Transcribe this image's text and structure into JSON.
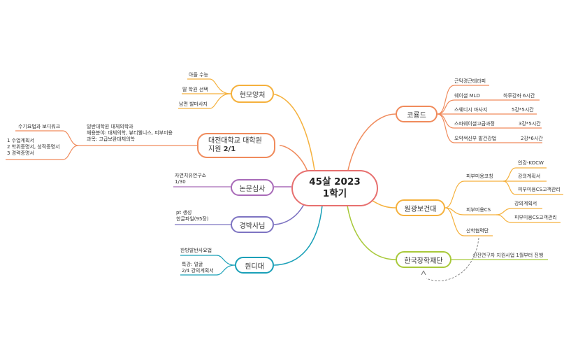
{
  "central": {
    "line1": "45살 2023",
    "line2": "1학기",
    "color": "#e7706f"
  },
  "colors": {
    "hyeonmo": "#f5b13d",
    "daejeon": "#f08b5c",
    "nonmun": "#a86ab8",
    "gyeongbak": "#7e74c2",
    "wondi": "#1aa0b8",
    "koryong": "#f08b5c",
    "wonkwang": "#f5b13d",
    "hankuk": "#a8c93a",
    "dashed": "#888888"
  },
  "left": {
    "hyeonmo": {
      "label": "현모양처",
      "children": [
        "아들 수능",
        "딸 학원 선택",
        "남편 발마사지"
      ]
    },
    "daejeon": {
      "label_line1": "대전대학교 대학원",
      "label_line2_prefix": "지원 ",
      "label_line2_bold": "2/1",
      "note": "일반대학원 대체의학과\n채용분야: 대체의학, 뷰티웰니스, 피부미용\n과목: 고급보완대체의학",
      "children": [
        "수기요법과 보디워크",
        "1 수업계획서\n2 학위증명서, 성적증명서\n3 경력증명서"
      ]
    },
    "nonmun": {
      "label": "논문심사",
      "note": "자연치유연구소\n1/30"
    },
    "gyeongbak": {
      "label": "경박사님",
      "note": "pt 생성\n한글파일(95장)"
    },
    "wondi": {
      "label": "원디대",
      "children": [
        "한방발반사요법",
        "특강: 얼굴\n2/4 강의계획서"
      ]
    }
  },
  "right": {
    "koryong": {
      "label": "코룡드",
      "children": [
        {
          "label": "근막경근테라피",
          "detail": ""
        },
        {
          "label": "웨이셜 MLD",
          "detail": "하루강좌 6시간"
        },
        {
          "label": "스웨디시 마사지",
          "detail": "5강*5시간"
        },
        {
          "label": "스파웨이셜고급과정",
          "detail": "3강*5시간"
        },
        {
          "label": "오약색신부 발건강법",
          "detail": "2강*6시간"
        }
      ]
    },
    "wonkwang": {
      "label": "원광보건대",
      "children": [
        {
          "label": "피부미용코칭",
          "children": [
            "인강-KOCW",
            "강의계획서",
            "피부미용CS고객관리"
          ]
        },
        {
          "label": "피부미용CS",
          "children": [
            "강의계획서",
            "피부미용CS고객관리"
          ]
        },
        {
          "label": "산학협력단",
          "children": []
        }
      ]
    },
    "hankuk": {
      "label": "한국장학재단",
      "note": "신진연구자 지원사업 1월부터 진행"
    }
  }
}
